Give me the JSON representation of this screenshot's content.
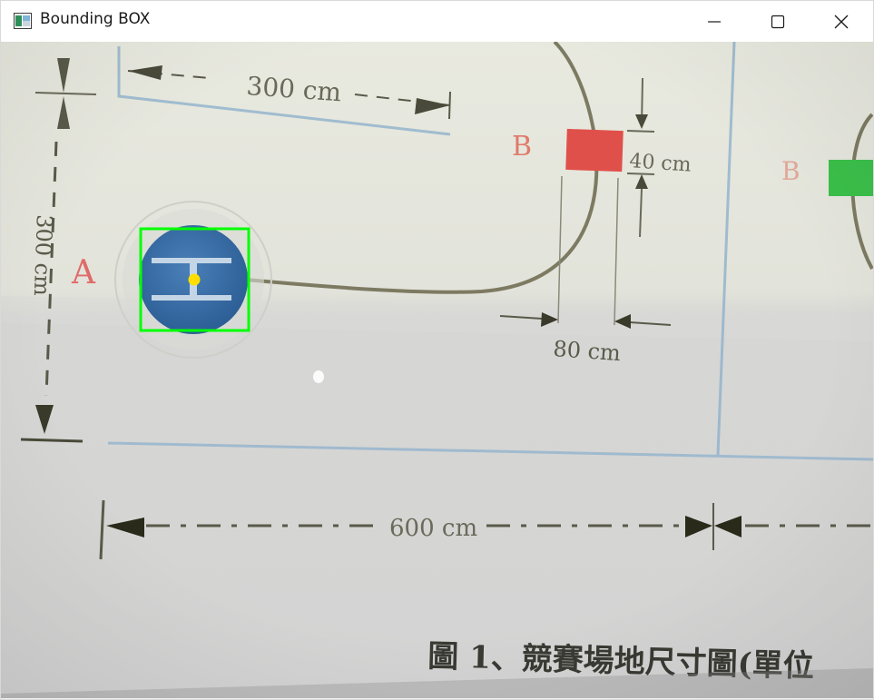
{
  "window": {
    "title": "Bounding BOX",
    "icon": "opencv-window-icon",
    "controls": {
      "minimize": "minimize-icon",
      "maximize": "maximize-icon",
      "close": "close-icon"
    }
  },
  "camera_view": {
    "dim_300": "300 cm",
    "dim_300_vertical": "300 cm",
    "dim_40": "40 cm",
    "dim_80": "80 cm",
    "dim_600": "600 cm",
    "label_a": "A",
    "label_b": "B",
    "label_b2": "B",
    "caption": "圖 1、競賽場地尺寸圖(單位",
    "detection_box_color": "#00ff00",
    "center_point_color": "#ffde00",
    "marker_color": "#3a6fa6",
    "red_marker_color": "#e0504a",
    "green_marker_color": "#3bbf4a"
  }
}
